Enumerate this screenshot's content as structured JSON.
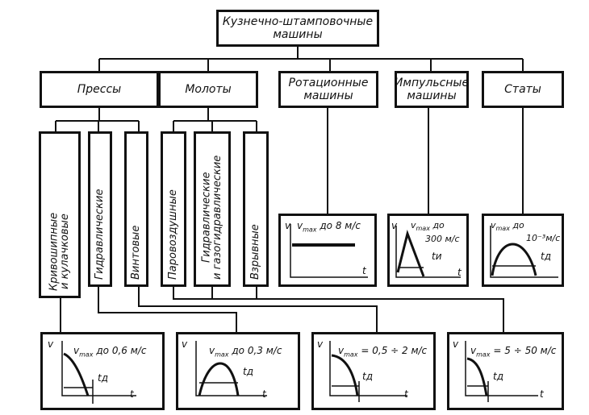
{
  "root": {
    "line1": "Кузнечно-штамповочные",
    "line2": "машины"
  },
  "categories": [
    {
      "line1": "Прессы",
      "line2": ""
    },
    {
      "line1": "Молоты",
      "line2": ""
    },
    {
      "line1": "Ротационные",
      "line2": "машины"
    },
    {
      "line1": "Импульсные",
      "line2": "машины"
    },
    {
      "line1": "Статы",
      "line2": ""
    }
  ],
  "subtypes": {
    "presses": [
      "Кривошипные\nи кулачковые",
      "Гидравлические",
      "Винтовые"
    ],
    "hammers": [
      "Паровоздушные",
      "Гидравлические\nи газогидравлические",
      "Взрывные"
    ]
  },
  "top_panels": [
    {
      "axis_v": "v",
      "axis_t": "t",
      "vmax": "v",
      "vmax_sub": "max",
      "text1": "до 8 м/с",
      "text2": "",
      "time_label": ""
    },
    {
      "axis_v": "v",
      "axis_t": "t",
      "vmax": "v",
      "vmax_sub": "max",
      "text1": "до",
      "text2": "300 м/с",
      "time_label": "tи"
    },
    {
      "axis_v": "",
      "axis_t": "",
      "vmax": "v",
      "vmax_sub": "max",
      "text1": "до",
      "text2": "10⁻³м/с",
      "time_label": "tд"
    }
  ],
  "bottom_panels": [
    {
      "axis_v": "v",
      "axis_t": "t",
      "vmax": "v",
      "vmax_sub": "max",
      "text1": "до 0,6 м/с",
      "time_label": "tд"
    },
    {
      "axis_v": "v",
      "axis_t": "t",
      "vmax": "v",
      "vmax_sub": "max",
      "text1": "до 0,3 м/с",
      "time_label": "tд"
    },
    {
      "axis_v": "v",
      "axis_t": "t",
      "vmax": "v",
      "vmax_sub": "max",
      "text1": "= 0,5 ÷ 2 м/с",
      "time_label": "tд"
    },
    {
      "axis_v": "v",
      "axis_t": "t",
      "vmax": "v",
      "vmax_sub": "max",
      "text1": "= 5 ÷ 50 м/с",
      "time_label": "tд"
    }
  ],
  "colors": {
    "ink": "#111111",
    "paper": "#ffffff"
  }
}
